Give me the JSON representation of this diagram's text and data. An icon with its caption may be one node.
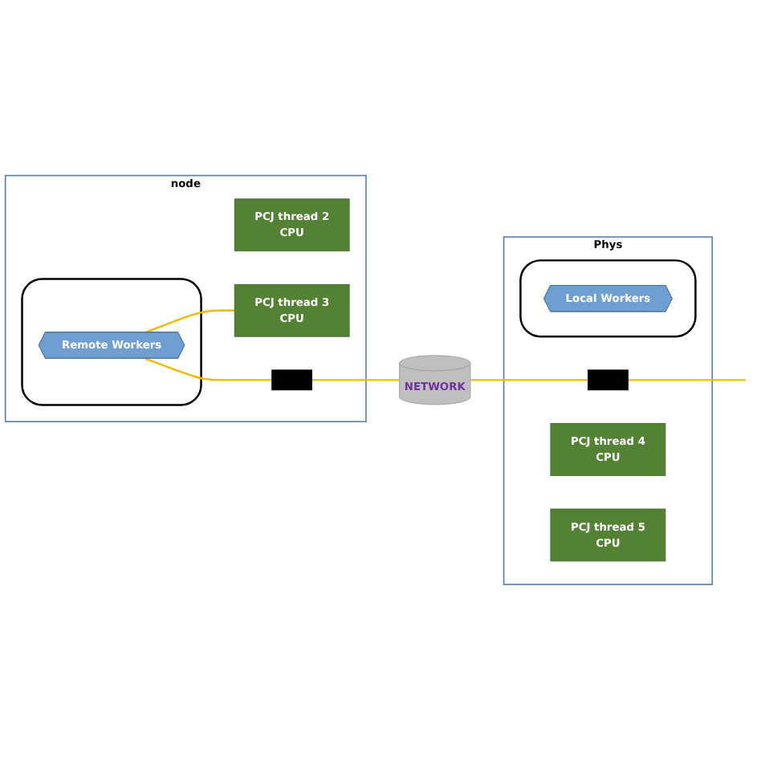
{
  "diagram": {
    "nodes": [
      {
        "text": [
          "node"
        ]
      },
      {
        "text": [],
        "shape": "box",
        "in": 0
      },
      {
        "text": [
          "Remote Workers"
        ],
        "in": 1
      },
      {
        "text": [
          "PCJ thread 2",
          "CPU"
        ],
        "in": 0
      },
      {
        "text": [
          "PCJ thread 3",
          "CPU"
        ],
        "in": 0
      },
      {
        "text": [],
        "shape": "box",
        "in": 0
      },
      {
        "text": [
          "NETWORK"
        ]
      },
      {
        "text": [
          "Phys"
        ]
      },
      {
        "text": [],
        "shape": "box",
        "in": 7
      },
      {
        "text": [],
        "shape": "box",
        "in": 7
      },
      {
        "text": [
          "Local Workers"
        ],
        "in": 9
      },
      {
        "text": [
          "PCJ thread 4",
          "CPU"
        ],
        "in": 7
      },
      {
        "text": [
          "PCJ thread 5",
          "CPU"
        ],
        "in": 7
      }
    ],
    "edges": [
      {
        "from": 2,
        "to": 5,
        "arrow": "none"
      },
      {
        "from": 5,
        "to": 6,
        "arrow": "none"
      },
      {
        "from": 6,
        "to": 8,
        "arrow": "none"
      },
      {
        "from": 8,
        "to": null,
        "arrow": "none"
      },
      {
        "from": 2,
        "to": 4,
        "arrow": "none"
      }
    ]
  }
}
